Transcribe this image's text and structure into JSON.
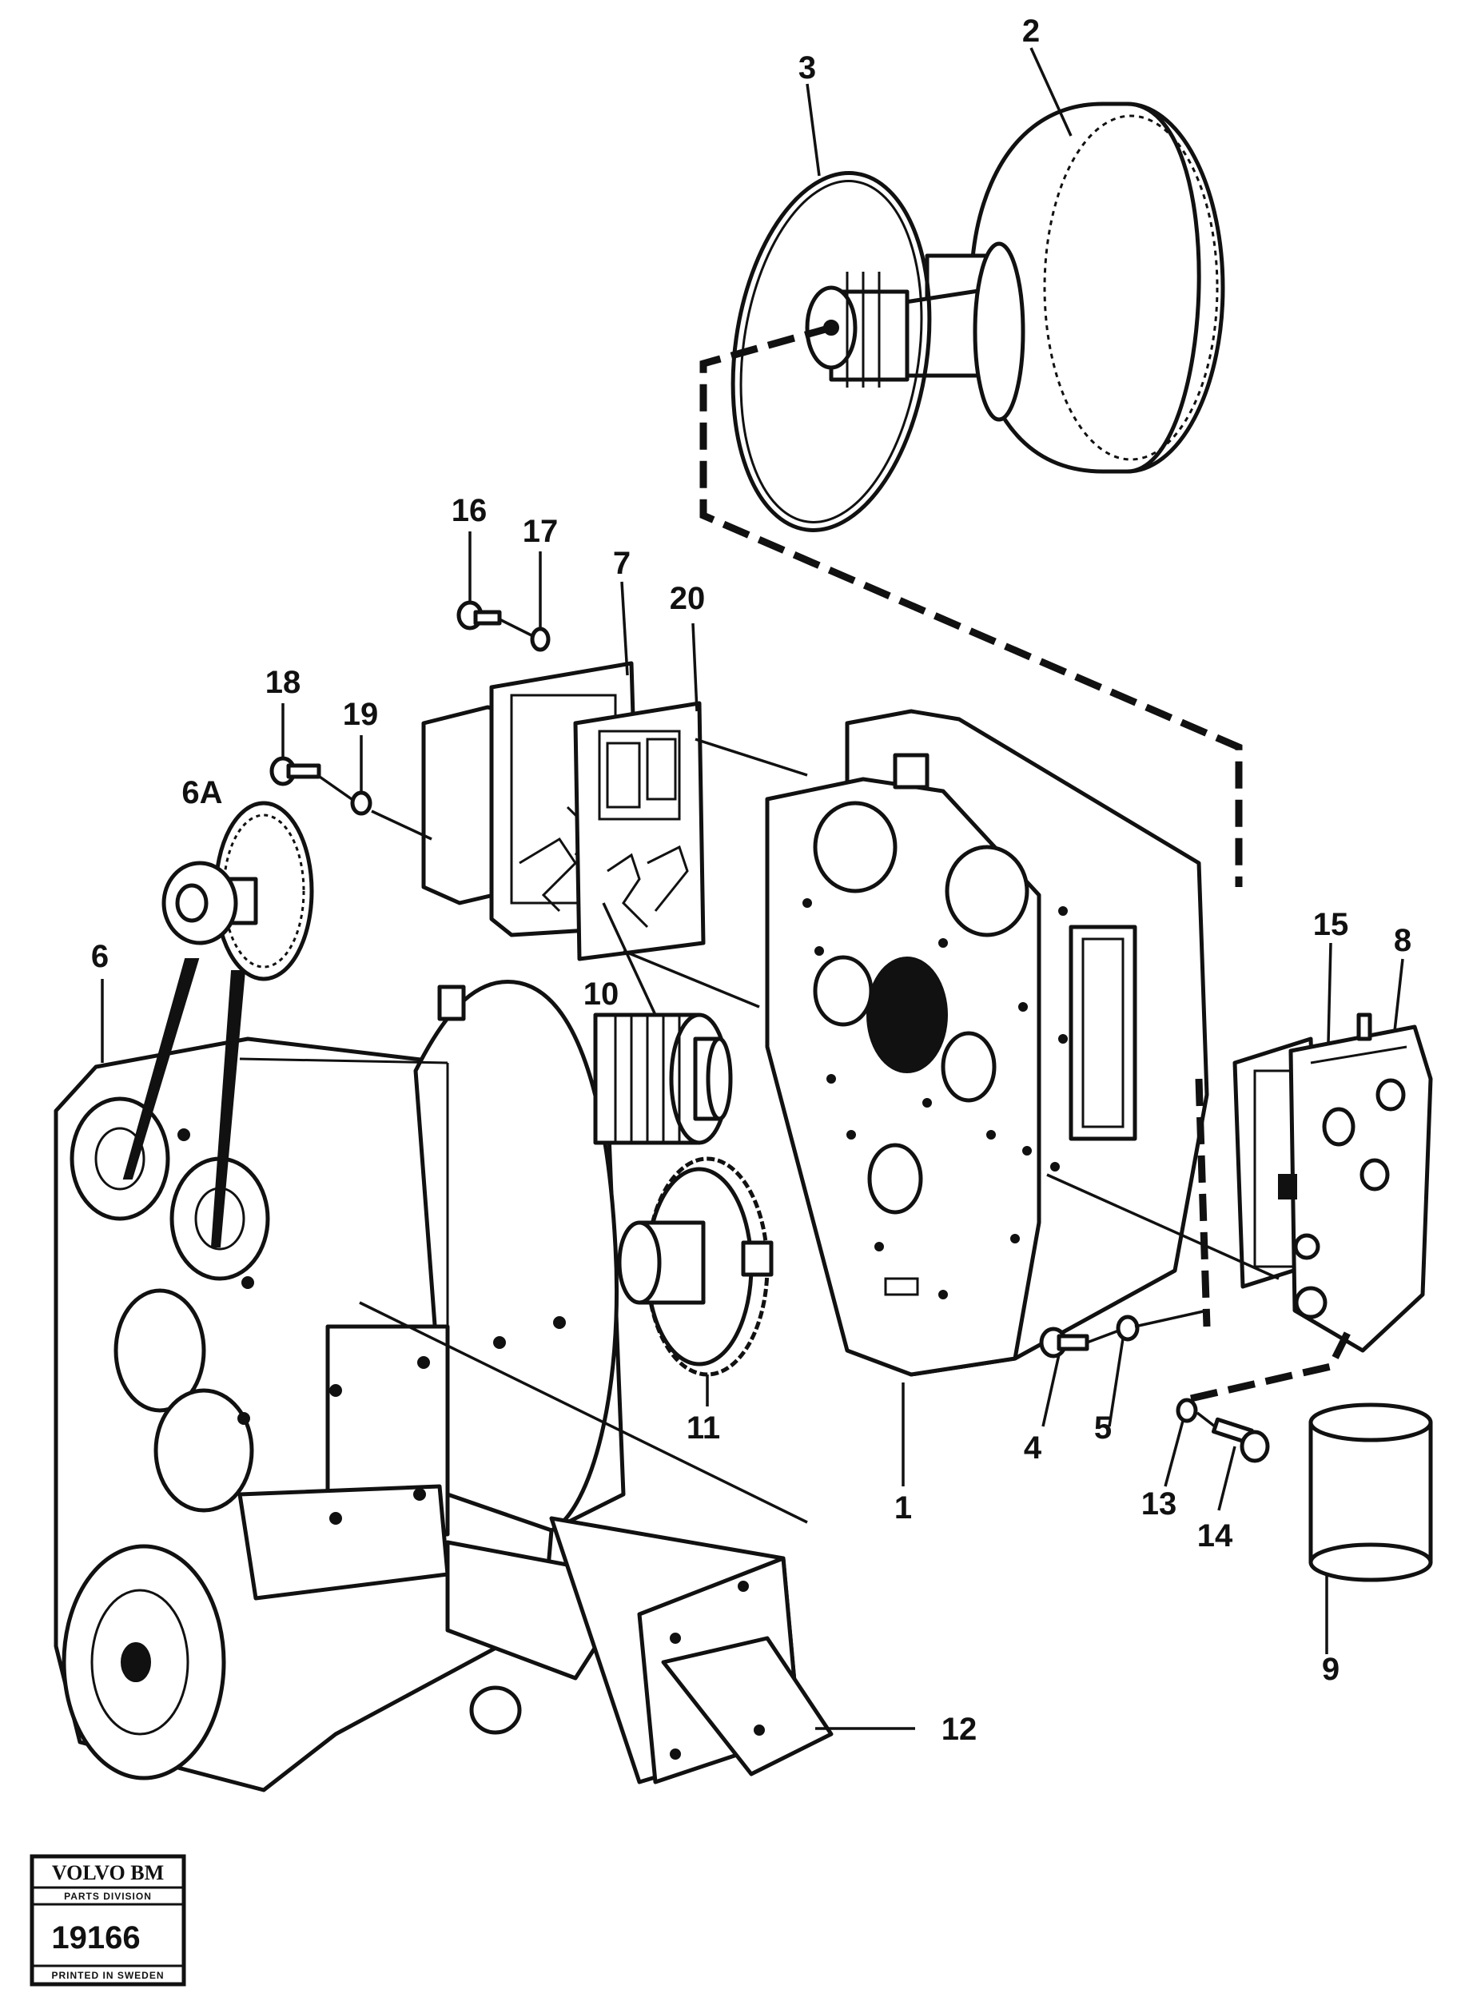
{
  "callouts": {
    "c1": "1",
    "c2": "2",
    "c3": "3",
    "c4": "4",
    "c5": "5",
    "c6": "6",
    "c6a": "6A",
    "c7": "7",
    "c8": "8",
    "c9": "9",
    "c10": "10",
    "c11": "11",
    "c12": "12",
    "c13": "13",
    "c14": "14",
    "c15": "15",
    "c16": "16",
    "c17": "17",
    "c18": "18",
    "c19": "19",
    "c20": "20"
  },
  "stamp": {
    "brand": "VOLVO BM",
    "division": "PARTS DIVISION",
    "number": "19166",
    "printed": "PRINTED IN SWEDEN"
  }
}
